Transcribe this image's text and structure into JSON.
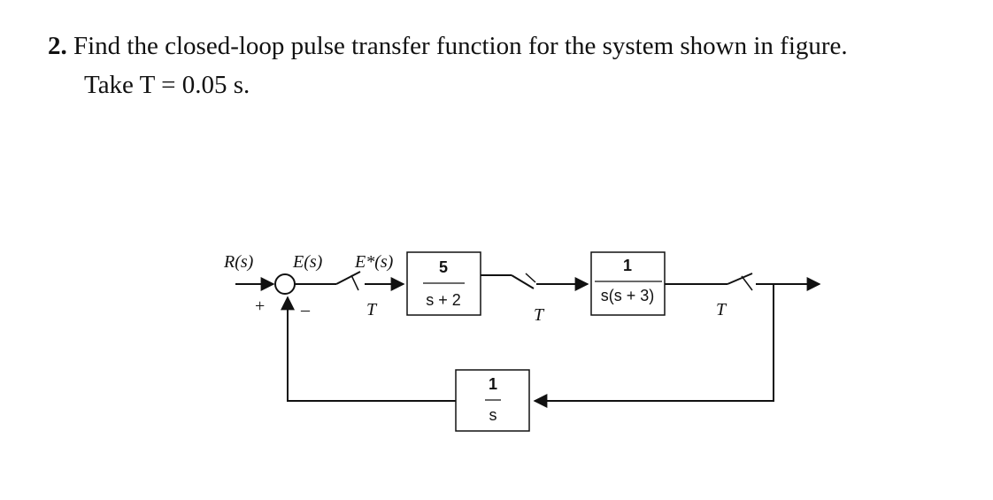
{
  "question": {
    "number": "2.",
    "text": "Find the closed-loop pulse transfer function for the system shown in figure.",
    "line2": "Take T = 0.05 s."
  },
  "diagram": {
    "signals": {
      "input": "R(s)",
      "error": "E(s)",
      "sampled_error": "E*(s)"
    },
    "summing_junction": {
      "plus": "+",
      "minus": "–"
    },
    "samplers": [
      {
        "label": "T"
      },
      {
        "label": "T"
      },
      {
        "label": "T"
      }
    ],
    "blocks": {
      "g1": {
        "numerator": "5",
        "denominator": "s + 2"
      },
      "g2": {
        "numerator": "1",
        "denominator": "s(s + 3)"
      },
      "h": {
        "numerator": "1",
        "denominator": "s"
      }
    }
  }
}
